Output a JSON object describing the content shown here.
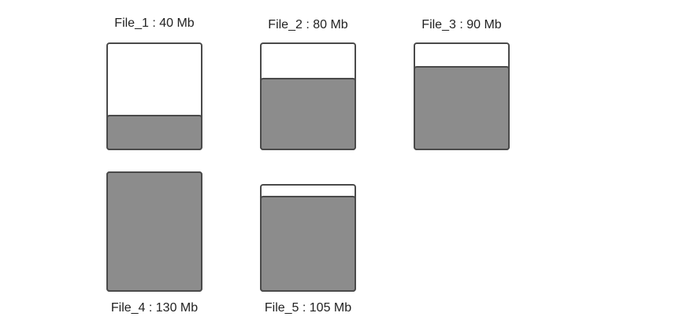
{
  "fill_color": "#8c8c8c",
  "border_color": "#4a4a4a",
  "files": [
    {
      "label": "File_1 : 40 Mb",
      "fill_fraction": 0.33
    },
    {
      "label": "File_2 : 80 Mb",
      "fill_fraction": 0.67
    },
    {
      "label": "File_3 : 90 Mb",
      "fill_fraction": 0.78
    },
    {
      "label": "File_4 : 130 Mb",
      "fill_fraction": 1.0
    },
    {
      "label": "File_5 : 105 Mb",
      "fill_fraction": 0.89
    }
  ]
}
